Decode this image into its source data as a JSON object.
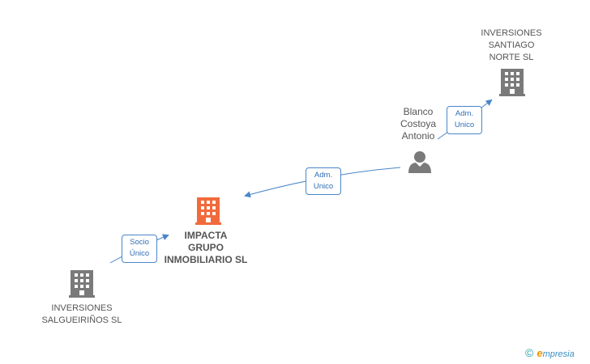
{
  "nodes": {
    "santiago": {
      "lines": [
        "INVERSIONES",
        "SANTIAGO",
        "NORTE SL"
      ],
      "icon": "building-icon",
      "color": "#7a7a7a"
    },
    "blanco": {
      "lines": [
        "Blanco",
        "Costoya",
        "Antonio"
      ],
      "icon": "person-icon",
      "color": "#7a7a7a"
    },
    "impacta": {
      "lines": [
        "IMPACTA",
        "GRUPO",
        "INMOBILIARIO SL"
      ],
      "icon": "building-icon",
      "color": "#f26a3b"
    },
    "salgueirinos": {
      "lines": [
        "INVERSIONES",
        "SALGUEIRIÑOS SL"
      ],
      "icon": "building-icon",
      "color": "#7a7a7a"
    }
  },
  "edges": {
    "blanco_santiago": {
      "lines": [
        "Adm.",
        "Unico"
      ]
    },
    "blanco_impacta": {
      "lines": [
        "Adm.",
        "Unico"
      ]
    },
    "salgueirinos_impacta": {
      "lines": [
        "Socio",
        "Único"
      ]
    }
  },
  "colors": {
    "edge": "#4a86c8"
  },
  "footer": {
    "copyright": "©",
    "brand_mark": "e",
    "brand_text": "mpresia"
  }
}
